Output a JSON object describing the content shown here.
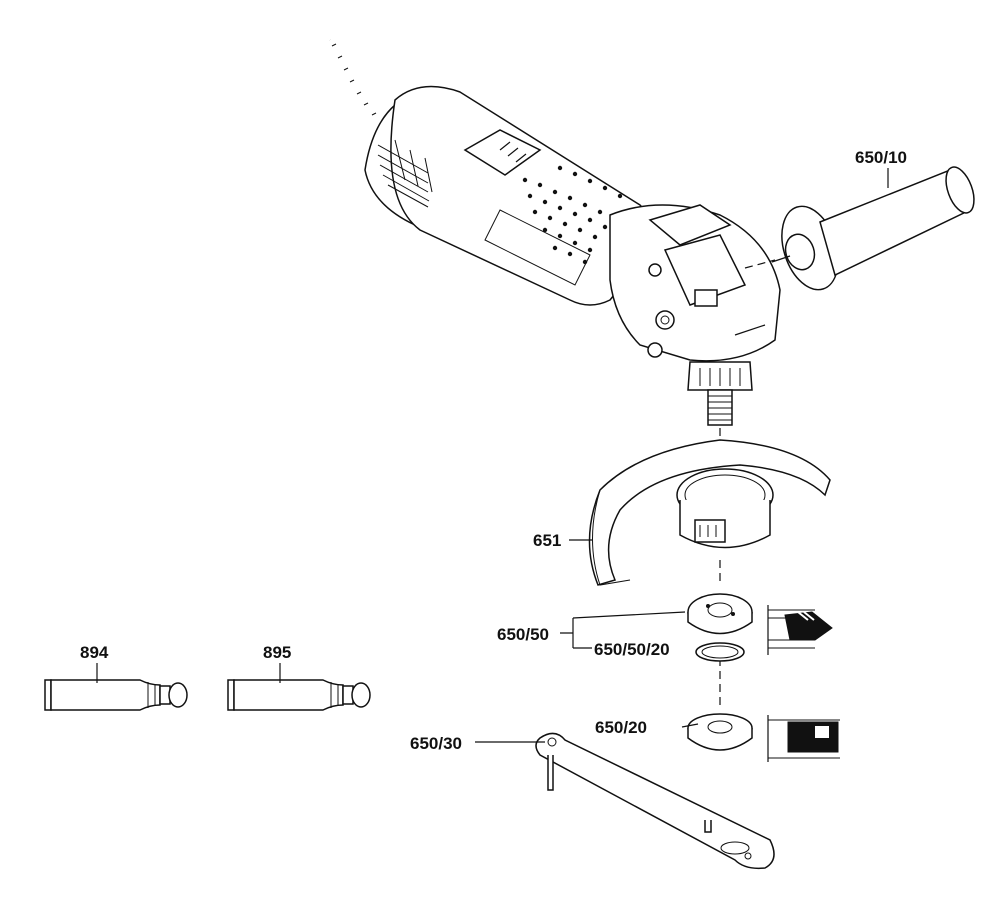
{
  "labels": {
    "side_handle": "650/10",
    "guard": "651",
    "flange_nut_set": "650/50",
    "flange_nut_ring": "650/50/20",
    "mounting_flange": "650/20",
    "spanner": "650/30",
    "tube_894": "894",
    "tube_895": "895"
  }
}
